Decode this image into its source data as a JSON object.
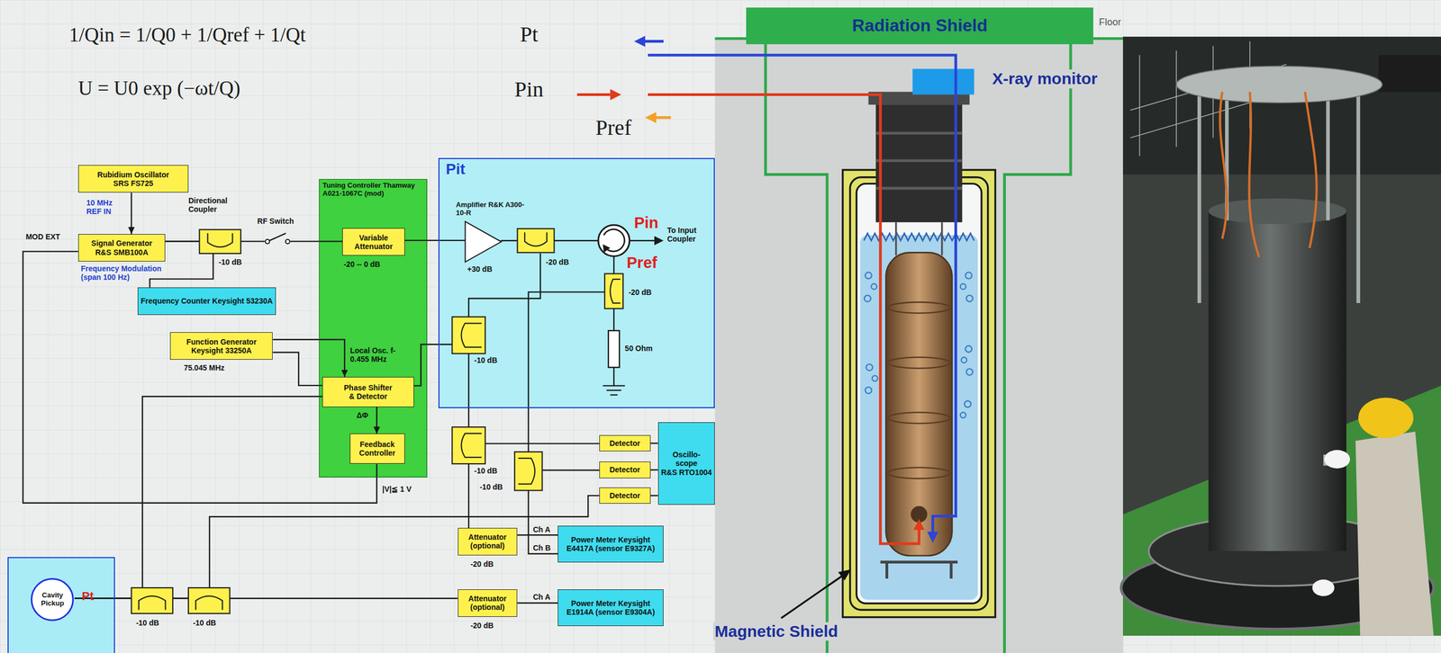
{
  "diagram": {
    "nodes": [
      {
        "text": [
          "Rubidium Oscillator SRS FS725"
        ]
      },
      {
        "text": [
          "Signal Generator R&S SMB100A"
        ]
      },
      {
        "text": [
          "Frequency Counter Keysight 53230A"
        ]
      },
      {
        "text": [
          "Tuning Controller Thamway A021-1067C (mod)"
        ]
      },
      {
        "text": [
          "Variable Attenuator"
        ],
        "in": 3
      },
      {
        "text": [
          "Phase Shifter & Detector"
        ],
        "in": 3
      },
      {
        "text": [
          "Feedback Controller"
        ],
        "in": 3
      },
      {
        "text": [
          "Function Generator Keysight 33250A"
        ]
      },
      {
        "text": [
          "Pit"
        ]
      },
      {
        "text": [
          "Amplifier R&K A300-10-R",
          "+30 dB"
        ],
        "in": 8
      },
      {
        "text": [
          "Detector"
        ]
      },
      {
        "text": [
          "Detector"
        ]
      },
      {
        "text": [
          "Detector"
        ]
      },
      {
        "text": [
          "Oscillo- scope R&S RTO1004"
        ]
      },
      {
        "text": [
          "Attenuator (optional)"
        ]
      },
      {
        "text": [
          "Power Meter Keysight E4417A (sensor E9327A)"
        ]
      },
      {
        "text": [
          "Attenuator (optional)"
        ]
      },
      {
        "text": [
          "Power Meter Keysight E1914A (sensor E9304A)"
        ]
      },
      {
        "text": [
          "Pt"
        ]
      },
      {
        "text": [
          "Cavity Pickup"
        ],
        "in": 18
      },
      {
        "text": [
          "Radiation Shield"
        ]
      }
    ],
    "edges": [
      {
        "from": 0,
        "to": 1,
        "arrow": "to",
        "label": "10 MHz REF IN"
      },
      {
        "from": 1,
        "to": 2,
        "arrow": "none"
      },
      {
        "from": 1,
        "to": 4,
        "arrow": "none"
      },
      {
        "from": 4,
        "to": 9,
        "arrow": "none"
      },
      {
        "from": 7,
        "to": 5,
        "arrow": "to"
      },
      {
        "from": 7,
        "to": 5,
        "arrow": "none"
      },
      {
        "from": 5,
        "to": 6,
        "arrow": "to",
        "label": "ΔΦ"
      },
      {
        "from": 6,
        "to": 1,
        "arrow": "none"
      },
      {
        "from": 19,
        "to": 5,
        "arrow": "none"
      },
      {
        "from": 19,
        "to": 12,
        "arrow": "none"
      },
      {
        "from": 19,
        "to": 16,
        "arrow": "none"
      },
      {
        "from": 14,
        "to": 15,
        "arrow": "none",
        "label": "Ch A"
      },
      {
        "from": 16,
        "to": 17,
        "arrow": "none",
        "label": "Ch A"
      },
      {
        "from": 10,
        "to": 13,
        "arrow": "none"
      },
      {
        "from": 11,
        "to": 13,
        "arrow": "none"
      },
      {
        "from": 12,
        "to": 13,
        "arrow": "none"
      }
    ],
    "labels": [
      "1/Qin = 1/Q0 + 1/Qref + 1/Qt",
      "U = U0 exp (−ωt/Q)",
      "Pt",
      "Pin",
      "Pref",
      "MOD EXT",
      "Frequency Modulation (span 100 Hz)",
      "Directional Coupler",
      "RF Switch",
      "-10 dB",
      "-20 -- 0 dB",
      "-20 dB",
      "Pin",
      "To Input Coupler",
      "Pref",
      "-20 dB",
      "50 Ohm",
      "Local Osc. f-0.455 MHz",
      "75.045 MHz",
      "-10 dB",
      "-10 dB",
      "-10 dB",
      "|V|≦ 1 V",
      "-20 dB",
      "Ch B",
      "-20 dB",
      "-10 dB",
      "-10 dB",
      "Floor",
      "X-ray monitor",
      "Magnetic Shield"
    ]
  }
}
